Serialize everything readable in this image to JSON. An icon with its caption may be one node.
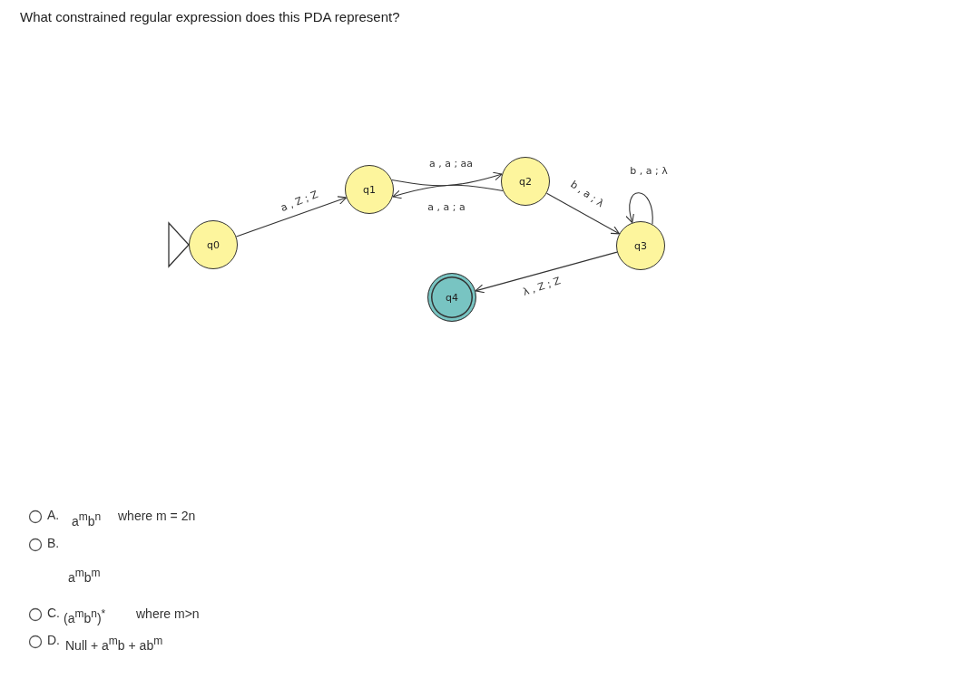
{
  "diagram": {
    "title": "What constrained regular expression does this PDA represent?",
    "nodes": [
      {
        "text": [
          "q0"
        ]
      },
      {
        "text": [
          "q1"
        ]
      },
      {
        "text": [
          "q2"
        ]
      },
      {
        "text": [
          "q3"
        ]
      },
      {
        "text": [
          "q4"
        ]
      }
    ],
    "edges": [
      {
        "from": 0,
        "to": 1,
        "arrow": "to",
        "label": "a , Z ; Z"
      },
      {
        "from": 1,
        "to": 2,
        "arrow": "to",
        "label": "a , a ; aa"
      },
      {
        "from": 2,
        "to": 1,
        "arrow": "to",
        "label": "a , a ; a"
      },
      {
        "from": 2,
        "to": 3,
        "arrow": "to",
        "label": "b , a ; λ"
      },
      {
        "from": 3,
        "to": 3,
        "arrow": "to",
        "label": "b , a ; λ"
      },
      {
        "from": 3,
        "to": 4,
        "arrow": "to",
        "label": "λ , Z ; Z"
      }
    ],
    "labels": [
      "A.",
      "a$^{m}$b$^{n}$",
      "where m = 2n",
      "B.",
      "a$^{m}$b$^{m}$",
      "C.",
      "(a$^{m}$b$^{n}$)$^{*}$",
      "where m>n",
      "D.",
      "Null + a$^{m}$b + ab$^{m}$"
    ]
  }
}
